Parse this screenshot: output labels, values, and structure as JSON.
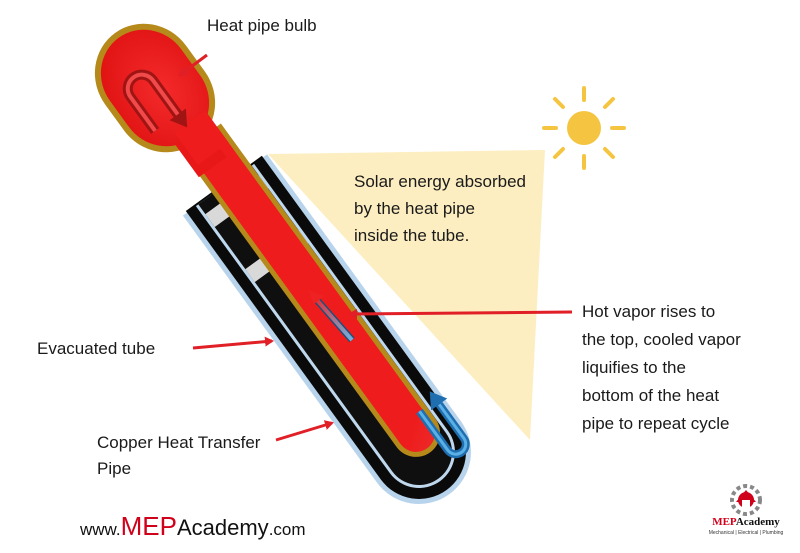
{
  "labels": {
    "heat_pipe_bulb": "Heat pipe bulb",
    "solar": [
      "Solar energy absorbed",
      "by the heat pipe",
      "inside the tube."
    ],
    "evacuated_tube": "Evacuated tube",
    "hot_vapor": [
      "Hot vapor rises to",
      "the top, cooled vapor",
      "liquifies to the",
      "bottom of the heat",
      "pipe to repeat cycle"
    ],
    "copper_pipe": [
      "Copper Heat Transfer",
      "Pipe"
    ]
  },
  "footer": {
    "www": "www.",
    "mep": "MEP",
    "academy": "Academy",
    "com": ".com"
  },
  "logo": {
    "mep": "MEP",
    "academy": "Academy",
    "tagline": "Mechanical | Electrical | Plumbing"
  },
  "colors": {
    "hot": "#ee1c1c",
    "cold": "#4aa3dc",
    "copper_outline": "#b58a1a",
    "tube_glass": "#a9cbe8",
    "sun": "#f5c542",
    "beam": "#fdeec1",
    "arrow": "#e01f26",
    "brand_red": "#d0021b"
  }
}
